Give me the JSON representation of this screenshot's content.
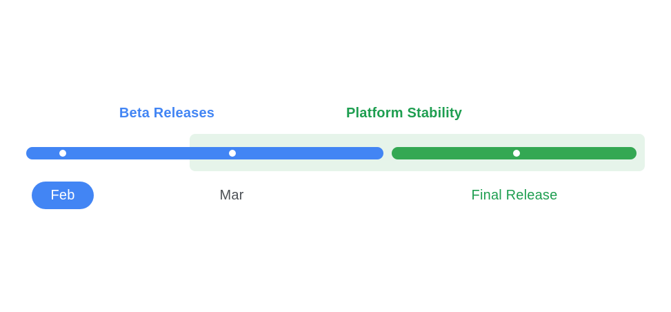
{
  "timeline": {
    "beta": {
      "header": "Beta Releases",
      "color": "#4285F4",
      "milestones": [
        {
          "label": "Feb",
          "style": "blue-pill"
        },
        {
          "label": "Mar",
          "style": "plain-text"
        }
      ]
    },
    "stability": {
      "header": "Platform Stability",
      "color": "#34A853",
      "background_color": "#E6F4EA",
      "milestones": [
        {
          "label": "Final Release",
          "style": "green-text"
        }
      ]
    },
    "colors": {
      "blue_accent": "#4285F4",
      "green_accent": "#34A853",
      "green_header_text": "#1E9E50",
      "stability_background": "#E6F4EA",
      "month_label_gray": "#4D5156",
      "milestone_dot": "#FFFFFF"
    }
  }
}
